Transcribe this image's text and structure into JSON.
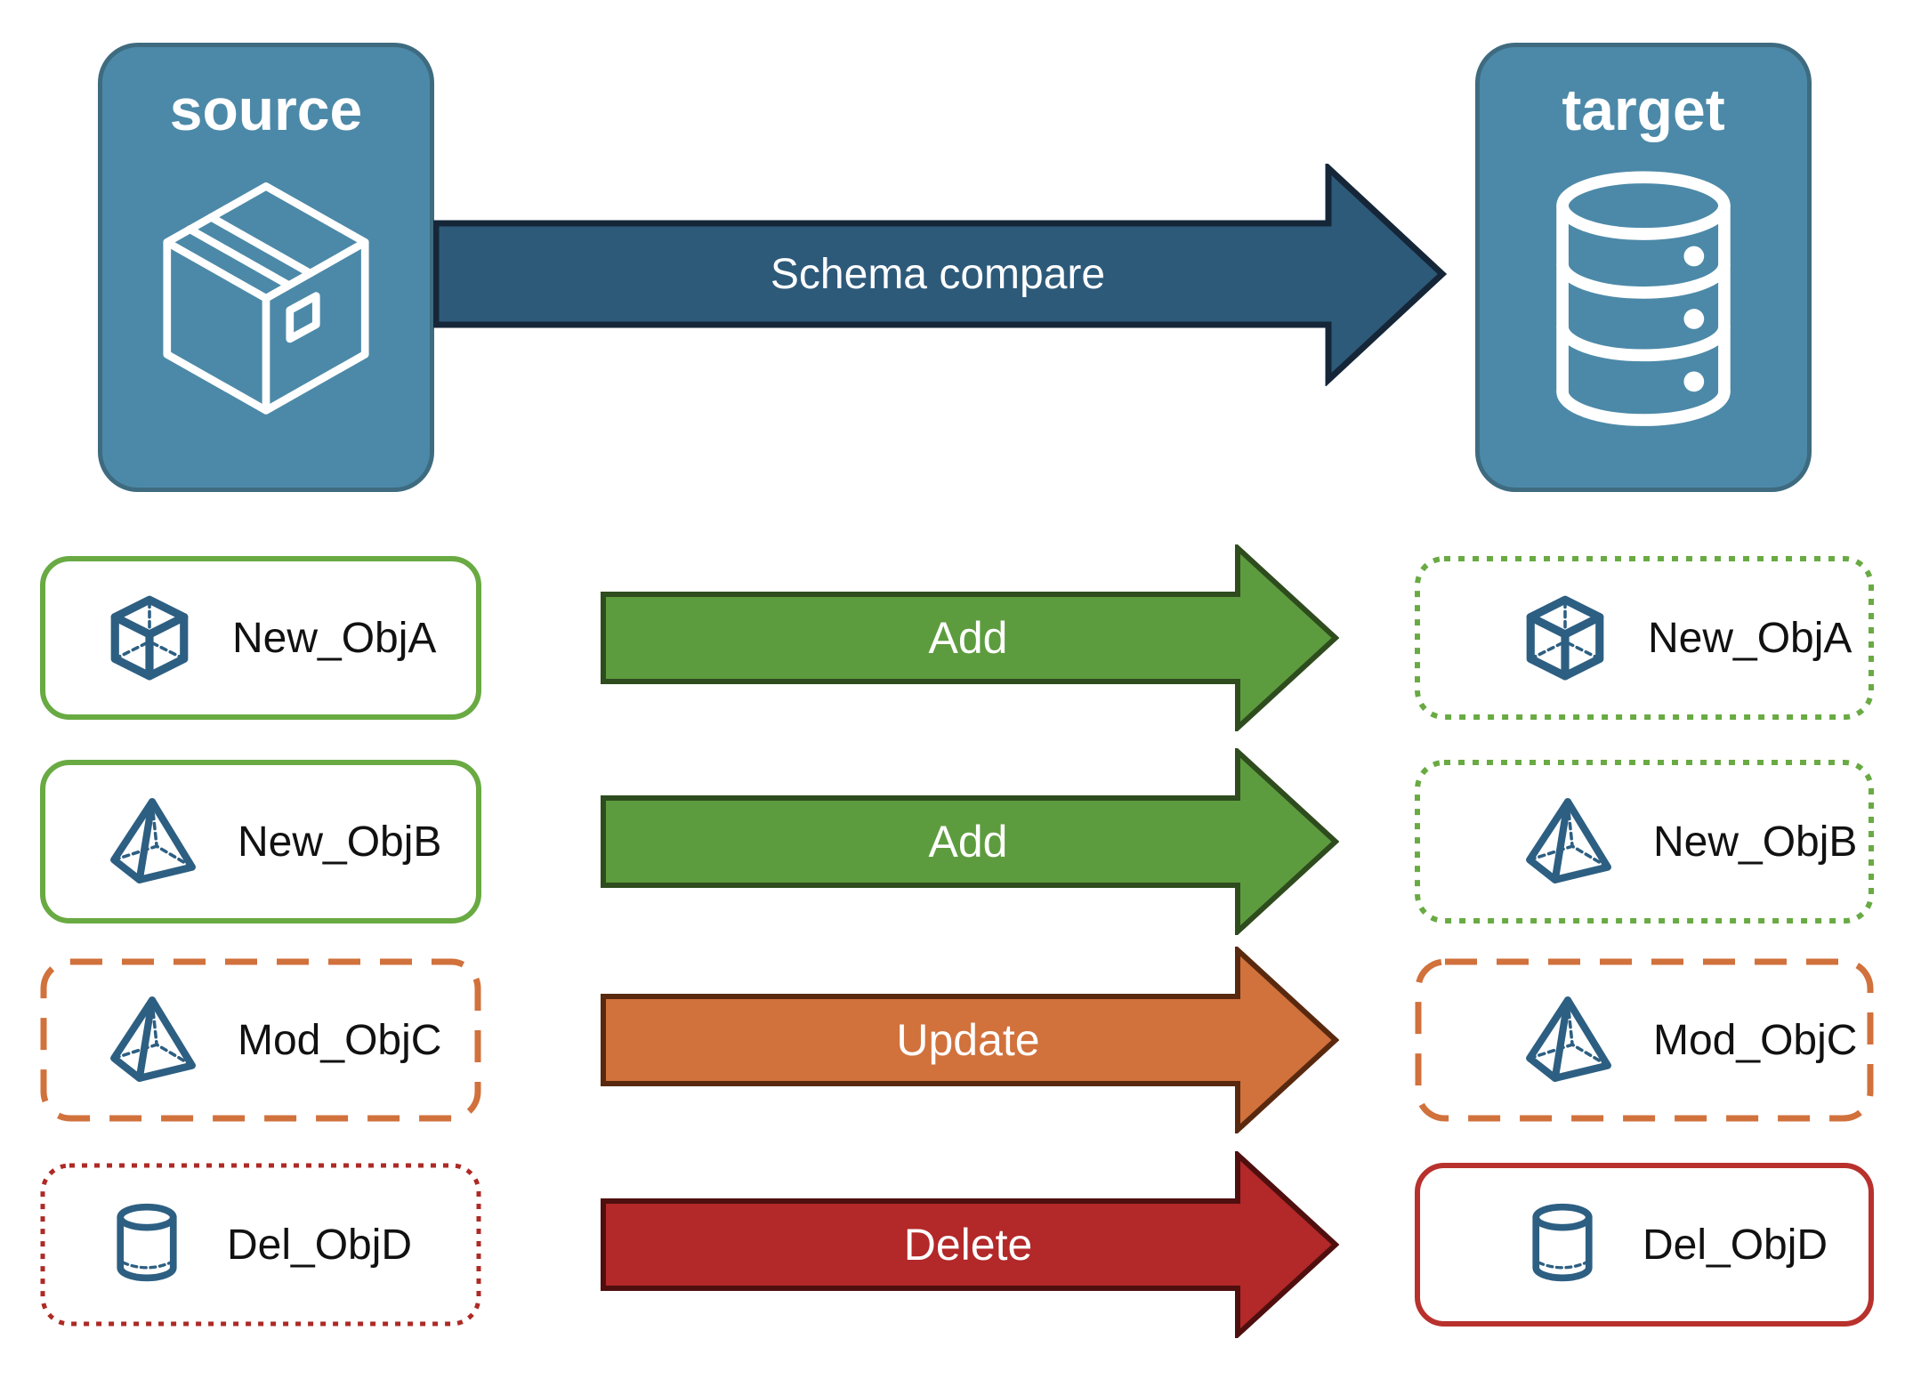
{
  "source_node": {
    "title": "source",
    "icon": "package-box"
  },
  "target_node": {
    "title": "target",
    "icon": "database"
  },
  "schema_arrow": {
    "label": "Schema compare",
    "fill": "#2e5a7a"
  },
  "rows": [
    {
      "object": "New_ObjA",
      "icon": "cube",
      "action": "Add",
      "action_fill": "#5d9c3e",
      "source_border": "solid-green",
      "target_border": "dotted-green"
    },
    {
      "object": "New_ObjB",
      "icon": "pyramid",
      "action": "Add",
      "action_fill": "#5d9c3e",
      "source_border": "solid-green",
      "target_border": "dotted-green"
    },
    {
      "object": "Mod_ObjC",
      "icon": "pyramid",
      "action": "Update",
      "action_fill": "#d1713c",
      "source_border": "dashed-orange",
      "target_border": "dashed-orange"
    },
    {
      "object": "Del_ObjD",
      "icon": "cylinder",
      "action": "Delete",
      "action_fill": "#b32828",
      "source_border": "dotted-red",
      "target_border": "solid-red"
    }
  ],
  "colors": {
    "node_fill": "#4c89a8",
    "node_border": "#3e6b80",
    "schema_arrow_fill": "#2e5a7a",
    "schema_arrow_border": "#152638",
    "add_green": "#5d9c3e",
    "update_orange": "#d1713c",
    "delete_red": "#b32828",
    "outline_green": "#69aa43",
    "outline_orange": "#d1713c",
    "outline_red": "#ad2a25",
    "outline_red_solid": "#b8312d",
    "icon_blue": "#2d5f82",
    "label_text": "#111111"
  }
}
